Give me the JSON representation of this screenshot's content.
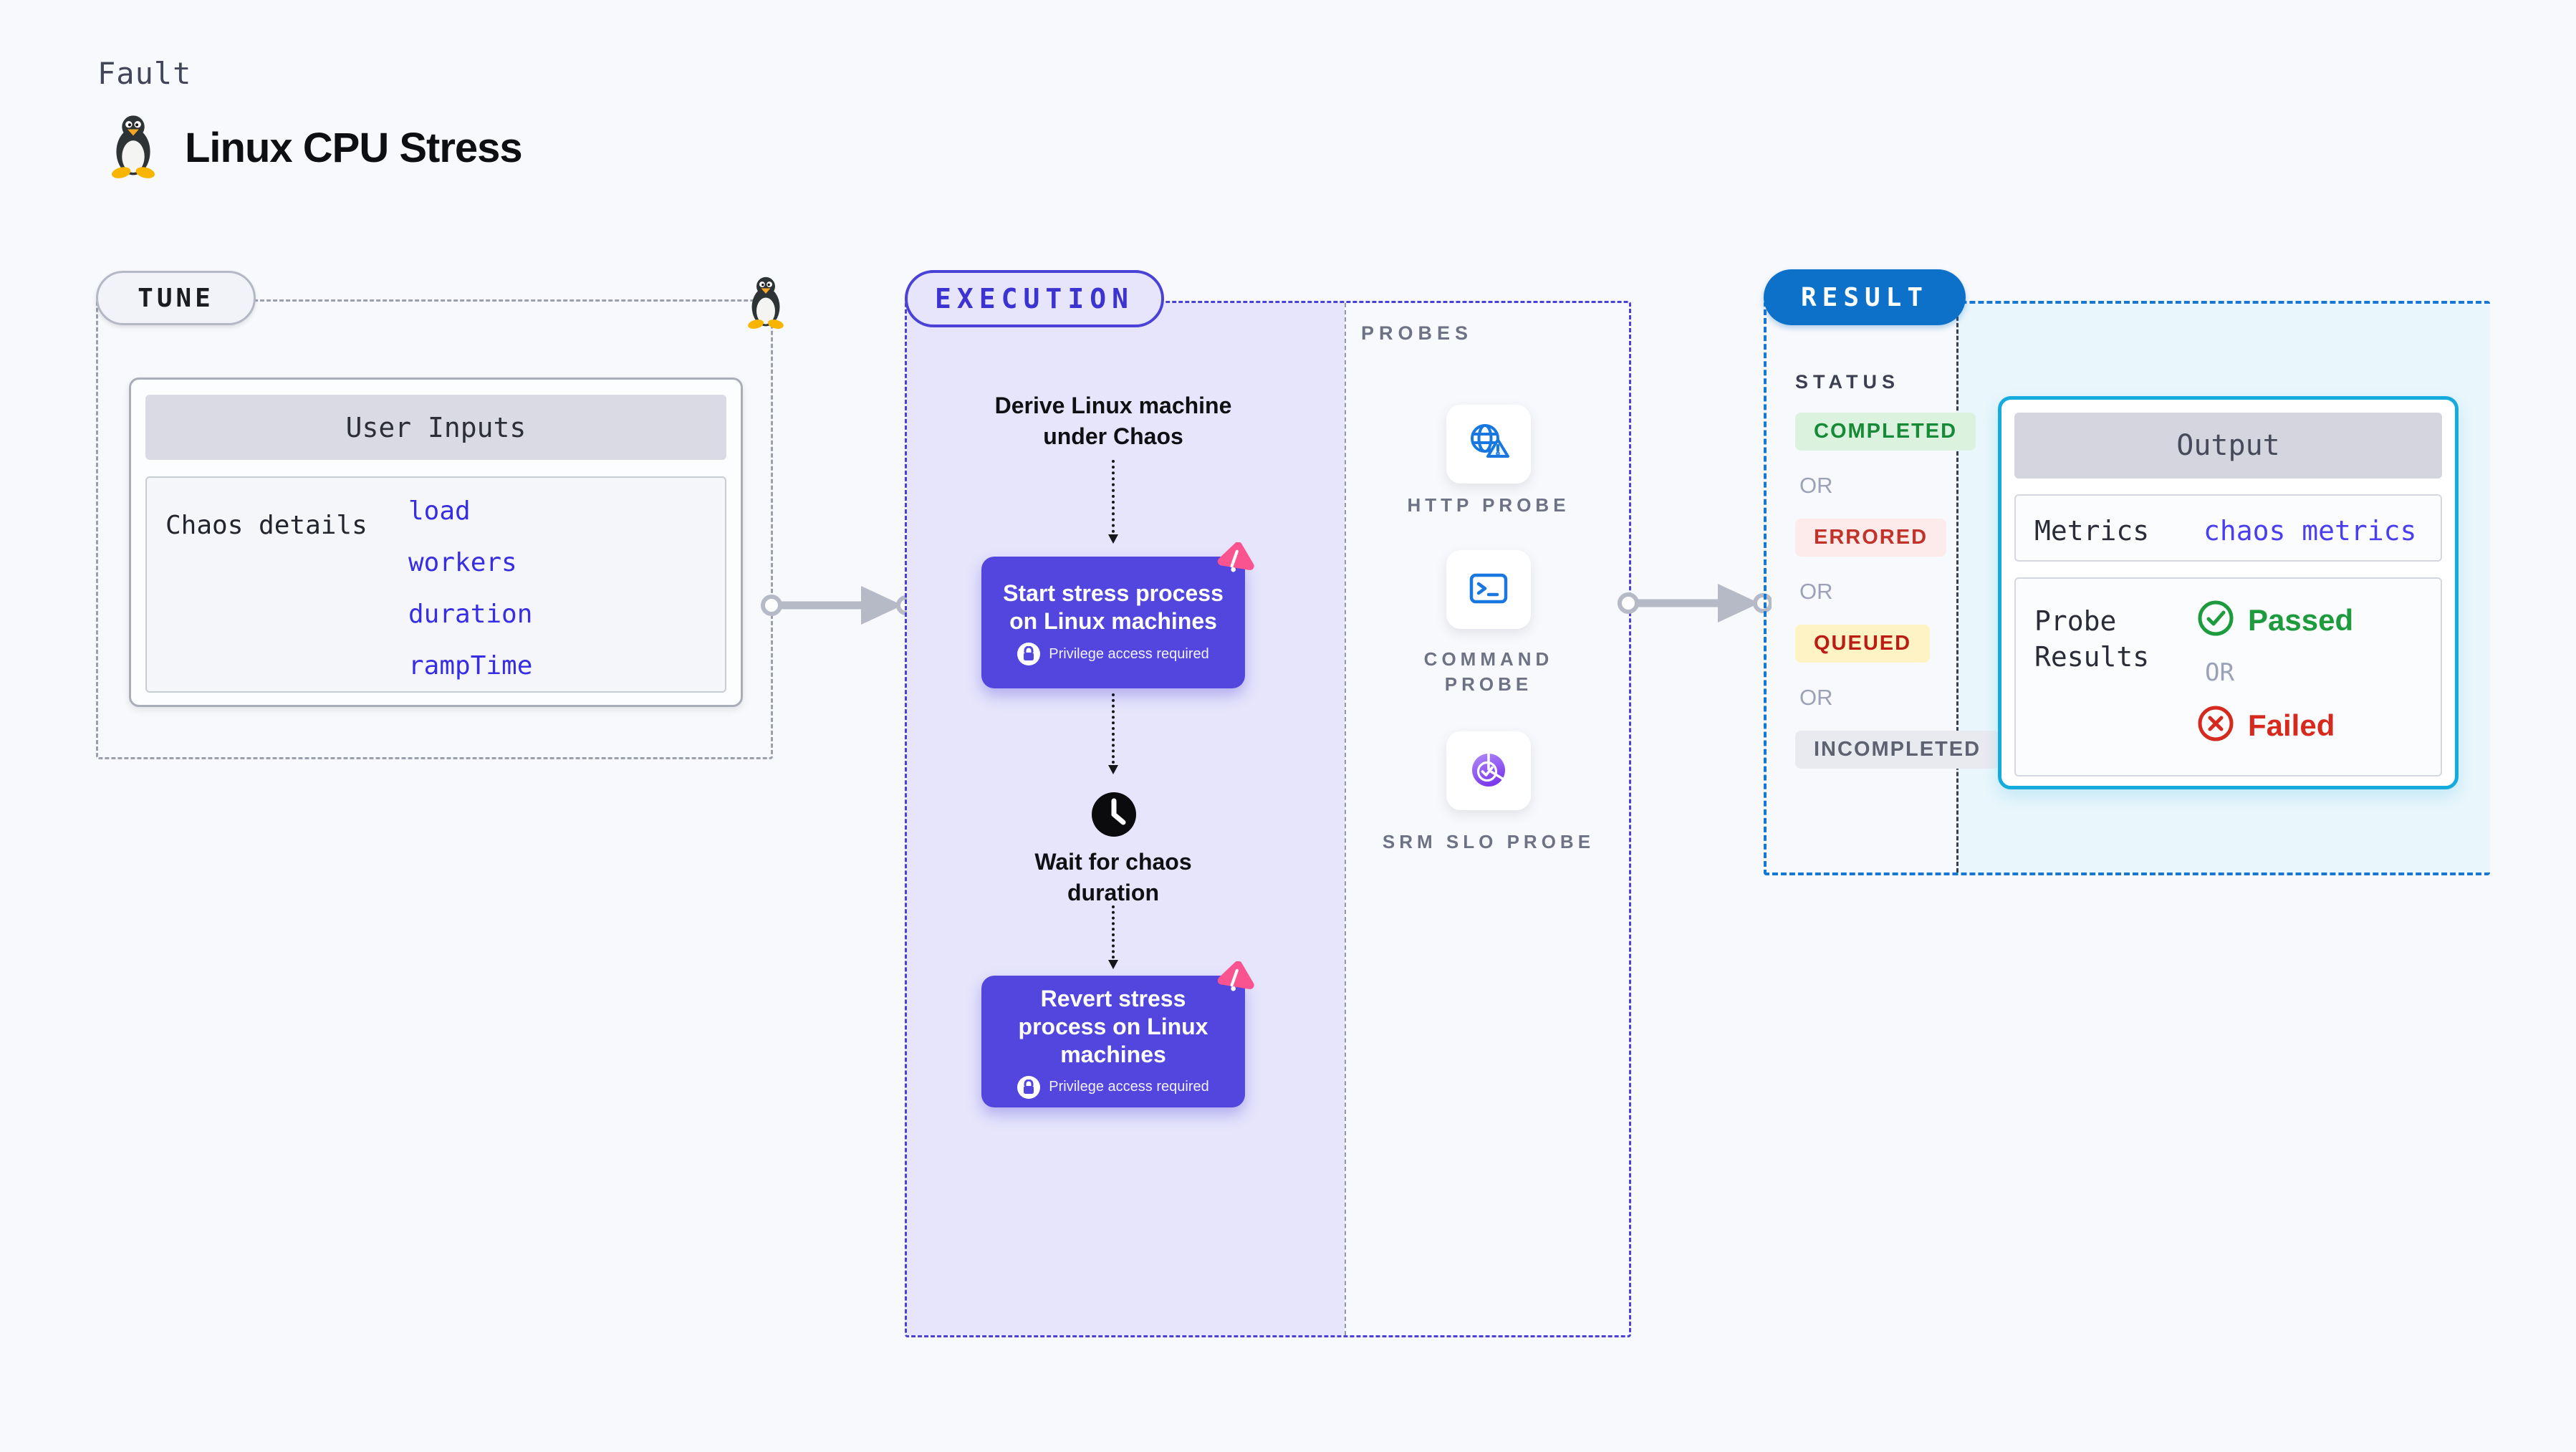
{
  "header": {
    "fault_label": "Fault",
    "title": "Linux CPU Stress",
    "icon": "tux-penguin"
  },
  "tune": {
    "badge": "TUNE",
    "card": {
      "title": "User Inputs",
      "rows": [
        {
          "label": "Chaos details",
          "values": [
            "load",
            "workers",
            "duration",
            "rampTime"
          ]
        }
      ]
    }
  },
  "execution": {
    "badge": "EXECUTION",
    "steps": {
      "derive": "Derive Linux machine under Chaos",
      "start": {
        "title": "Start stress process on Linux machines",
        "note": "Privilege access required"
      },
      "wait": "Wait for chaos duration",
      "revert": {
        "title": "Revert stress process on Linux machines",
        "note": "Privilege access required"
      }
    }
  },
  "probes": {
    "label": "PROBES",
    "items": [
      {
        "name": "HTTP PROBE",
        "icon": "globe-alert-icon"
      },
      {
        "name": "COMMAND PROBE",
        "icon": "terminal-icon"
      },
      {
        "name": "SRM SLO PROBE",
        "icon": "slo-donut-icon"
      }
    ]
  },
  "result": {
    "badge": "RESULT",
    "status_label": "STATUS",
    "statuses": [
      {
        "label": "COMPLETED",
        "kind": "completed"
      },
      {
        "label": "OR",
        "kind": "or"
      },
      {
        "label": "ERRORED",
        "kind": "errored"
      },
      {
        "label": "OR",
        "kind": "or"
      },
      {
        "label": "QUEUED",
        "kind": "queued"
      },
      {
        "label": "OR",
        "kind": "or"
      },
      {
        "label": "INCOMPLETED",
        "kind": "incompleted"
      }
    ],
    "output": {
      "title": "Output",
      "metrics_label": "Metrics",
      "metrics_value": "chaos metrics",
      "probe_results_label": "Probe Results",
      "passed_label": "Passed",
      "or_label": "OR",
      "failed_label": "Failed"
    }
  },
  "colors": {
    "background": "#f8f9fc",
    "node_indigo": "#5246de",
    "execution_border": "#4a42d7",
    "execution_fill": "#e6e5fb",
    "result_border": "#1678d2",
    "result_pill": "#0d71ca",
    "output_border": "#16abdd",
    "output_fill": "#e9f6fc",
    "link_blue": "#372de2",
    "passed_green": "#1d9b3d",
    "failed_red": "#d62a1e",
    "completed_green": "#168a36",
    "errored_red": "#c1332a",
    "queued_red": "#bb1c14",
    "incompleted_grey": "#5d6170",
    "logo_pink": "#f9548f",
    "probe_icon_blue": "#1878df",
    "srm_purple": "#7c3aed"
  }
}
